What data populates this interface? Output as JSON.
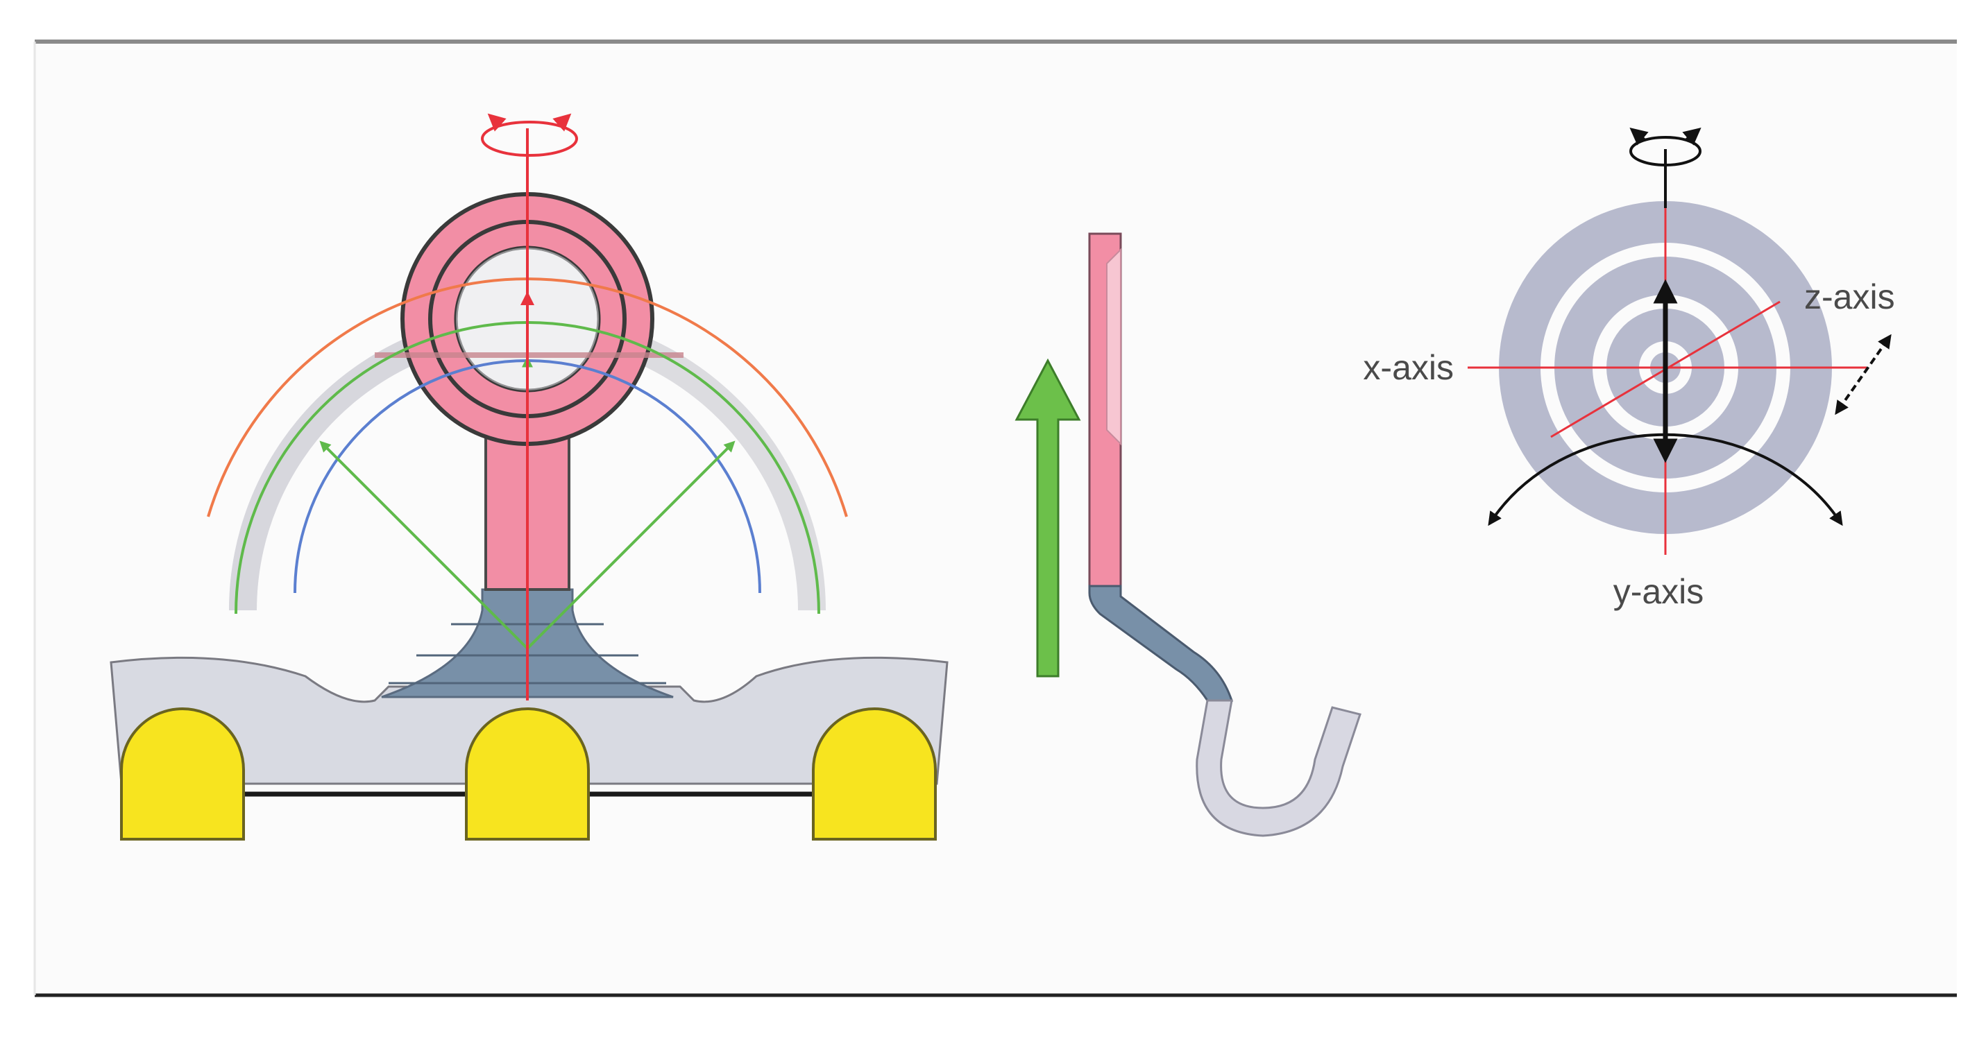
{
  "labels": {
    "x_axis": "x-axis",
    "y_axis": "y-axis",
    "z_axis": "z-axis"
  },
  "colors": {
    "background": "#fbfbfb",
    "frame_line": "#8a8a8a",
    "eye_pink": "#f28ea5",
    "base_steel": "#7890a8",
    "cable_gray": "#d8d8e2",
    "yellow_pad": "#f7e41f",
    "shadow_gray": "#dcdce0",
    "target_ring": "#b7bacd",
    "red_axis": "#e8323c",
    "orange_arc": "#f07a4a",
    "green_arc": "#5fba4b",
    "blue_arc": "#5b7fd0",
    "arrow_green": "#6cc04a"
  },
  "icons": {
    "rotation_left": "rotation-arrow-icon",
    "rotation_right": "rotation-arrow-icon",
    "lift_direction": "up-arrow-icon"
  }
}
